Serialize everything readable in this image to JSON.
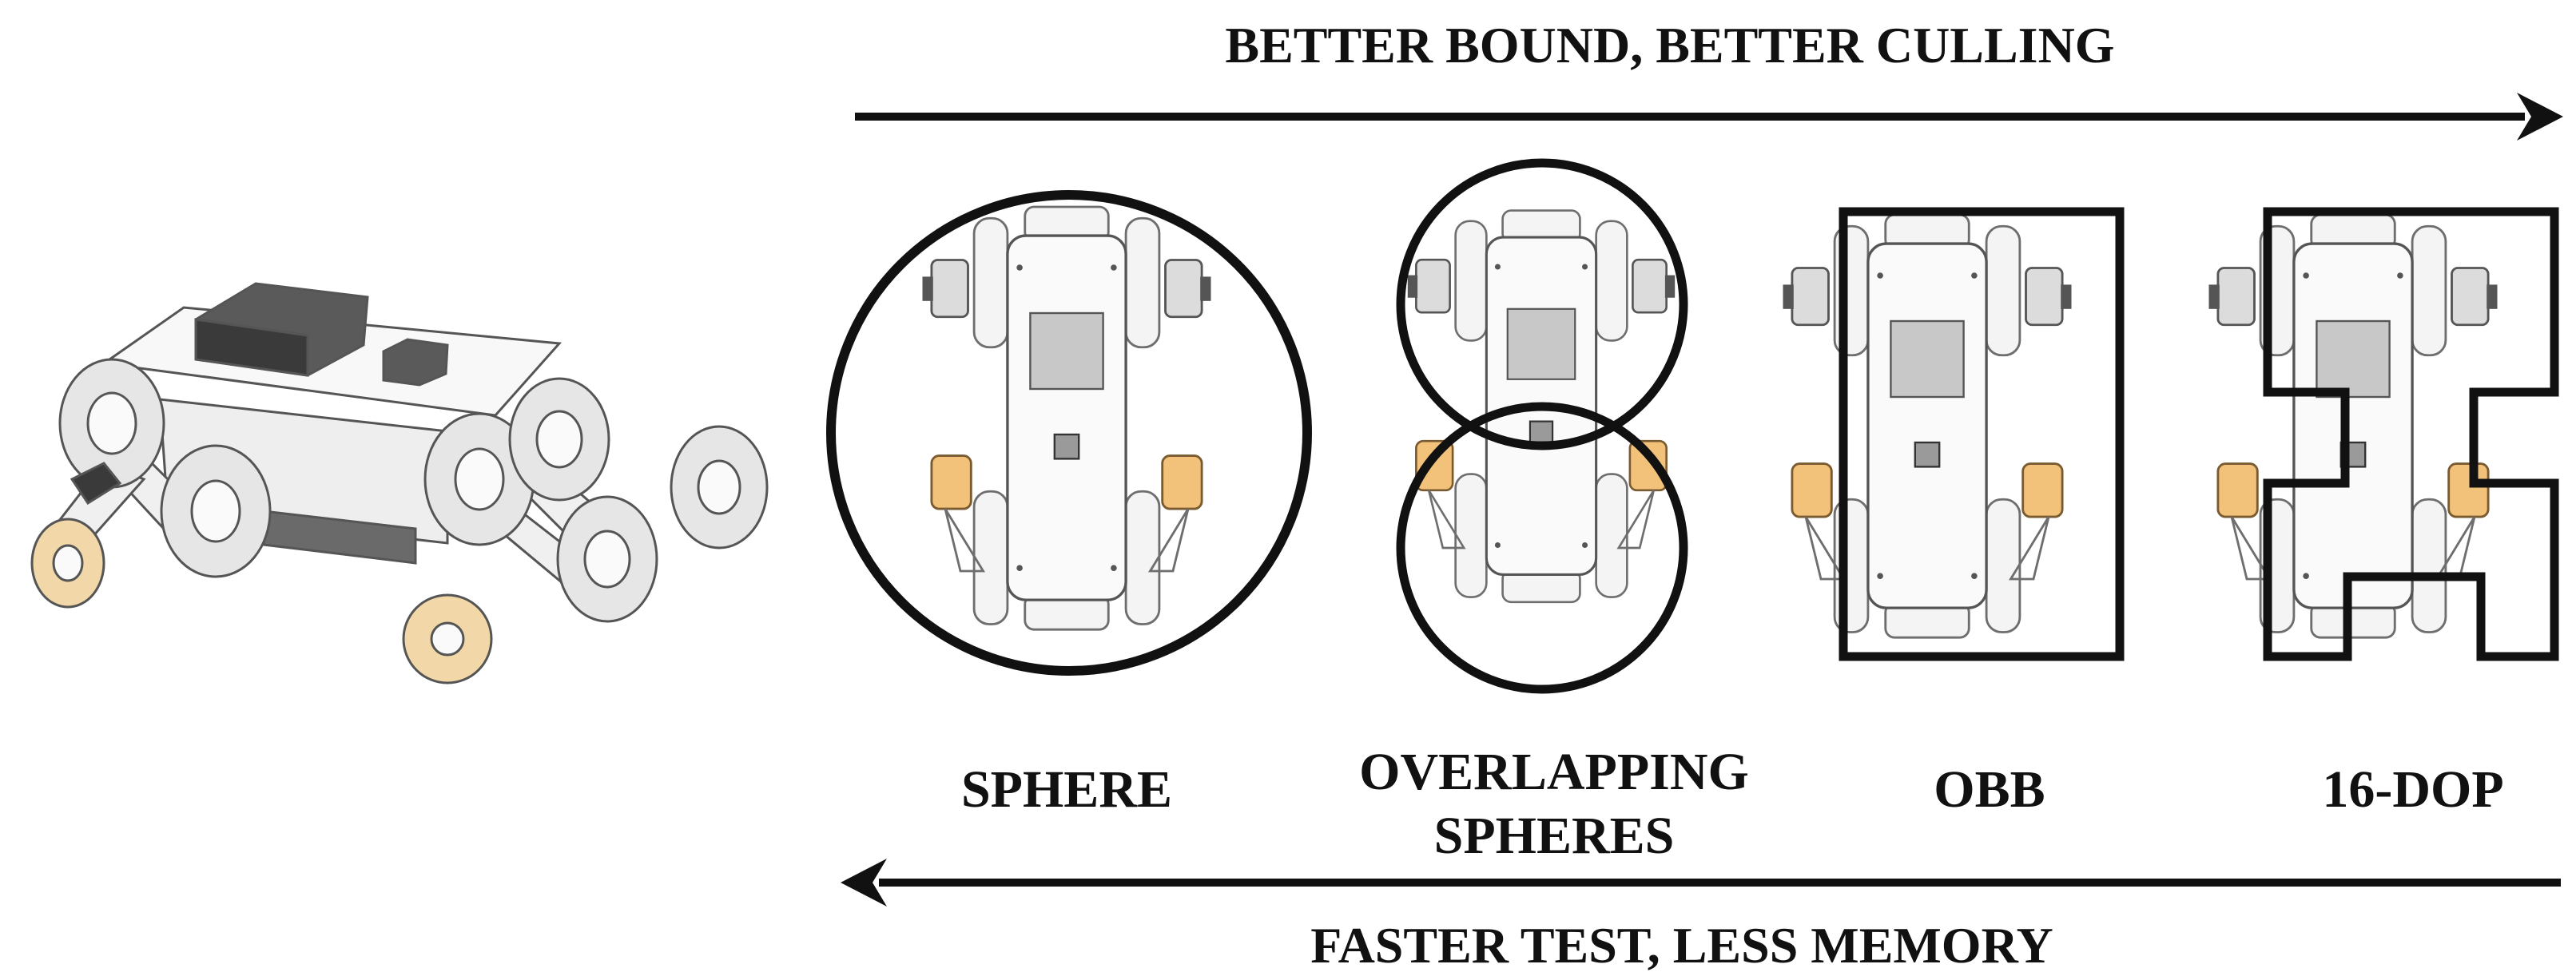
{
  "diagram": {
    "top_arrow_label": "BETTER BOUND, BETTER CULLING",
    "bottom_arrow_label": "FASTER TEST, LESS MEMORY",
    "volumes": [
      {
        "lines": [
          "SPHERE"
        ]
      },
      {
        "lines": [
          "OVERLAPPING",
          "SPHERES"
        ]
      },
      {
        "lines": [
          "OBB"
        ]
      },
      {
        "lines": [
          "16-DOP"
        ]
      }
    ]
  },
  "colors": {
    "ink": "#111111",
    "robot_line": "#6e6e6e",
    "robot_fill": "#f4f4f4",
    "sensor_fill": "#c8c8c8",
    "wheel_highlight": "#f2c27a"
  }
}
